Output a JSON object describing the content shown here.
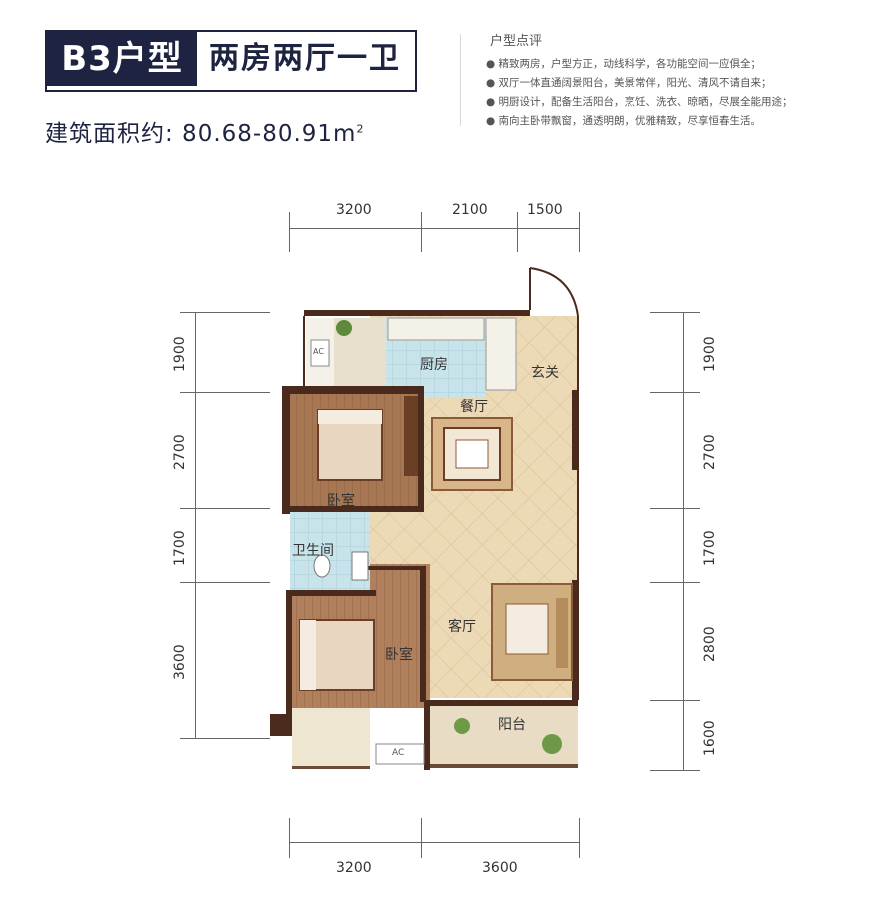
{
  "header": {
    "type_code": "B3户型",
    "layout": "两房两厅一卫",
    "area": "建筑面积约: 80.68-80.91m",
    "area_unit_sup": "2"
  },
  "comments": {
    "title": "户型点评",
    "items": [
      "● 精致两房，户型方正，动线科学，各功能空间一应俱全；",
      "● 双厅一体直通阔景阳台，美景常伴，阳光、清风不请自来；",
      "● 明厨设计，配备生活阳台，烹饪、洗衣、晾晒，尽展全能用途；",
      "● 南向主卧带飘窗，通透明朗，优雅精致，尽享恒春生活。"
    ]
  },
  "dimensions": {
    "top": [
      "3200",
      "2100",
      "1500"
    ],
    "bottom": [
      "3200",
      "3600"
    ],
    "left": [
      "1900",
      "2700",
      "1700",
      "3600"
    ],
    "right": [
      "1900",
      "2700",
      "1700",
      "2800",
      "1600"
    ]
  },
  "rooms": {
    "kitchen": "厨房",
    "entrance": "玄关",
    "dining": "餐厅",
    "bedroom1": "卧室",
    "bathroom": "卫生间",
    "bedroom2": "卧室",
    "living": "客厅",
    "balcony": "阳台",
    "ac1": "AC",
    "ac2": "AC"
  },
  "colors": {
    "brand_navy": "#1d2340",
    "floor_tile": "#ecd9b6",
    "wood_floor": "#a77753",
    "kitchen_tile": "#c8e3ea",
    "wall": "#4a2a1d"
  }
}
